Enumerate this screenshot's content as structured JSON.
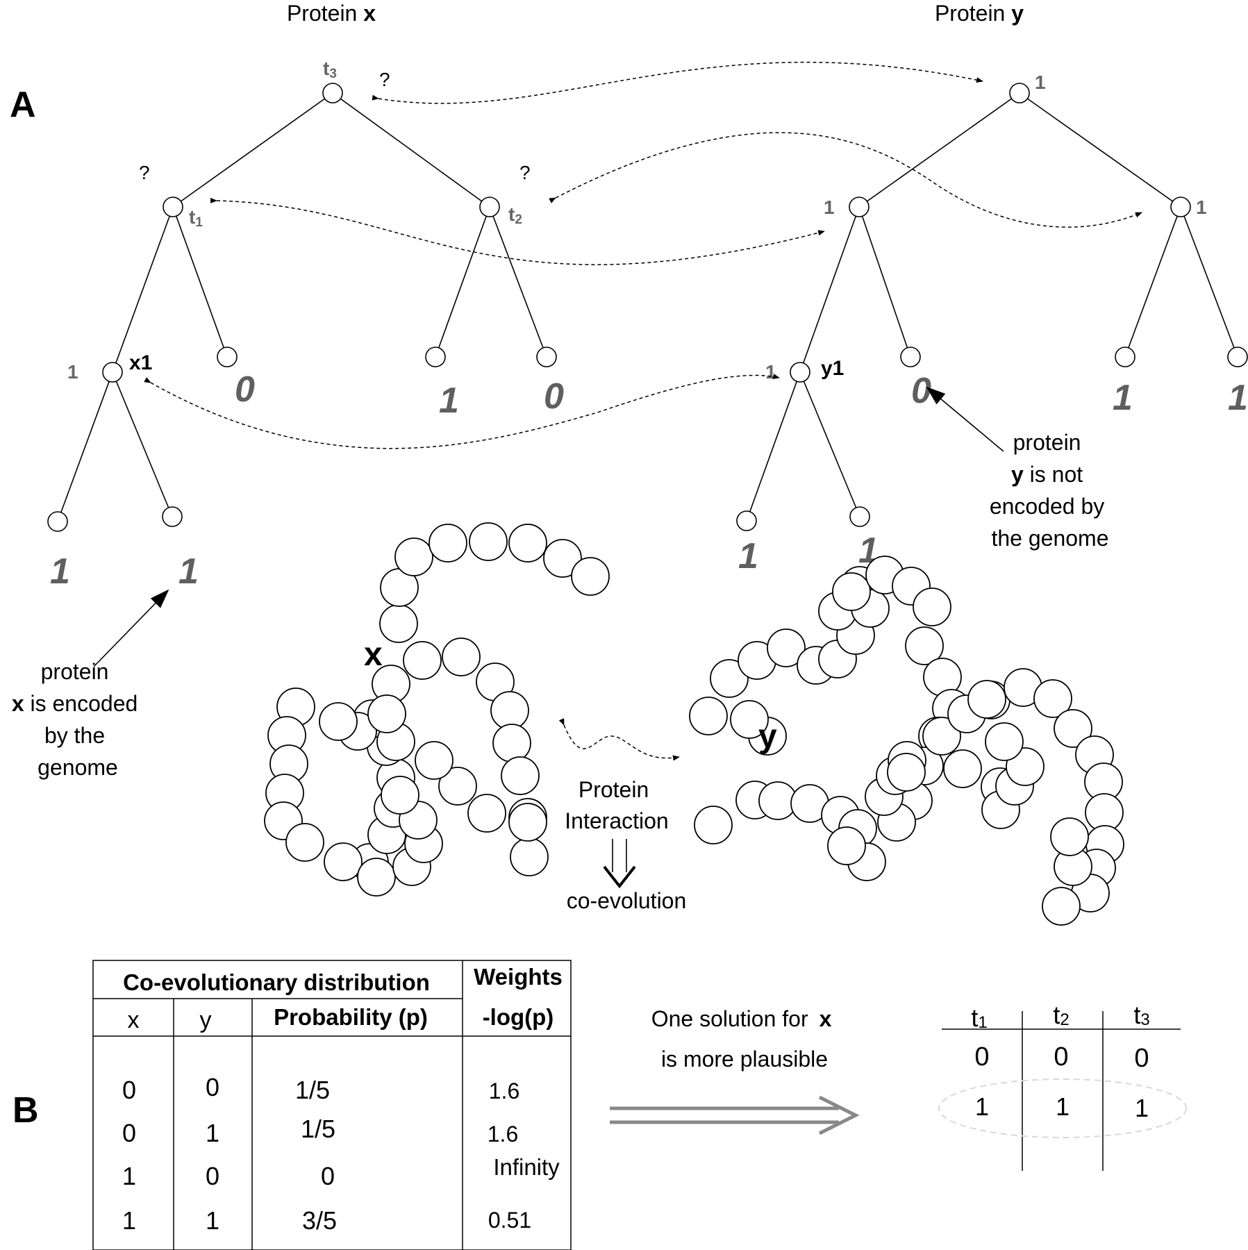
{
  "panel_a": {
    "label": "A",
    "protein_x_title": {
      "prefix": "Protein ",
      "letter": "x"
    },
    "protein_y_title": {
      "prefix": "Protein ",
      "letter": "y"
    },
    "tree_x": {
      "root": {
        "label": "t",
        "sub": "3",
        "mark": "?"
      },
      "left_internal": {
        "label": "t",
        "sub": "1",
        "mark": "?"
      },
      "right_internal": {
        "label": "t",
        "sub": "2",
        "mark": "?"
      },
      "node_x1": {
        "label": "x1",
        "value": "1"
      },
      "leaf_values": [
        "0",
        "1",
        "0",
        "1",
        "1"
      ]
    },
    "tree_y": {
      "root_value": "1",
      "left_internal_value": "1",
      "right_internal_value": "1",
      "node_y1": {
        "label": "y1",
        "value": "1"
      },
      "leaf_values": [
        "0",
        "1",
        "1",
        "1",
        "1"
      ]
    },
    "note_x": {
      "line1": "protein",
      "line2_bold": "x",
      "line2_rest": " is encoded",
      "line3": "by the",
      "line4": "genome"
    },
    "note_y": {
      "line1": "protein",
      "line2_bold": "y",
      "line2_rest": " is not",
      "line3": "encoded by",
      "line4": "the genome"
    },
    "chain_x_label": "x",
    "chain_y_label": "y",
    "interaction_line1": "Protein",
    "interaction_line2": "Interaction",
    "coevolution": "co-evolution"
  },
  "panel_b": {
    "label": "B",
    "table": {
      "group_header": "Co-evolutionary distribution",
      "weights_header_line1": "Weights",
      "weights_header_line2": "-log(p)",
      "col_x": "x",
      "col_y": "y",
      "col_p": "Probability (p)",
      "rows": [
        {
          "x": "0",
          "y": "0",
          "p": "1/5",
          "w": "1.6"
        },
        {
          "x": "0",
          "y": "1",
          "p": "1/5",
          "w": "1.6"
        },
        {
          "x": "1",
          "y": "0",
          "p": "0",
          "w": "Infinity"
        },
        {
          "x": "1",
          "y": "1",
          "p": "3/5",
          "w": "0.51"
        }
      ]
    },
    "solution_text": {
      "line1": "One solution for",
      "line1_bold": "x",
      "line2": "is more plausible"
    },
    "solutions": {
      "headers": [
        {
          "label": "t",
          "sub": "1"
        },
        {
          "label": "t",
          "sub": "2"
        },
        {
          "label": "t",
          "sub": "3"
        }
      ],
      "rows": [
        [
          "0",
          "0",
          "0"
        ],
        [
          "1",
          "1",
          "1"
        ]
      ]
    }
  }
}
